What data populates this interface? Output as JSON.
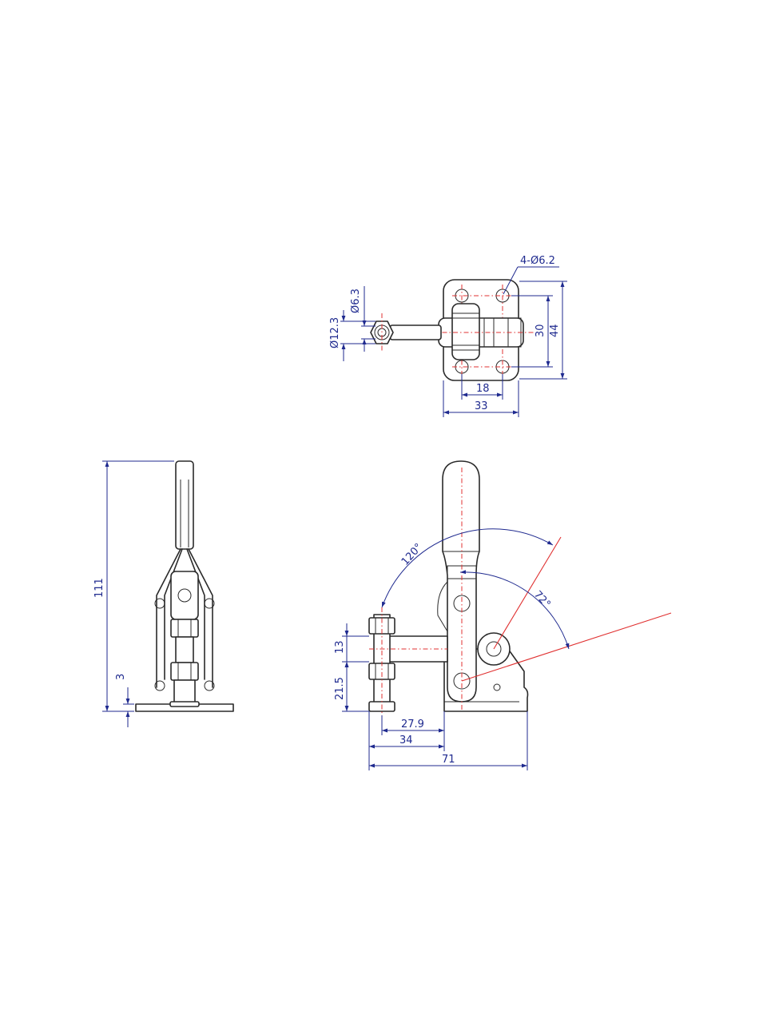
{
  "dims": {
    "holes": "4-Ø6.2",
    "bolt_dia": "Ø6.3",
    "nut_dia": "Ø12.3",
    "hole_spacing_v": "30",
    "base_height": "44",
    "hole_spacing_h": "18",
    "base_width": "33",
    "overall_height": "111",
    "base_thickness": "3",
    "spindle_height": "13",
    "bolt_height": "21.5",
    "reach_inner": "27.9",
    "reach_outer": "34",
    "overall_length": "71",
    "open_angle": "120°",
    "stop_angle": "72°"
  },
  "colors": {
    "outline": "#2a2a2a",
    "dimension": "#1f2a8f",
    "centerline": "#e03030"
  }
}
